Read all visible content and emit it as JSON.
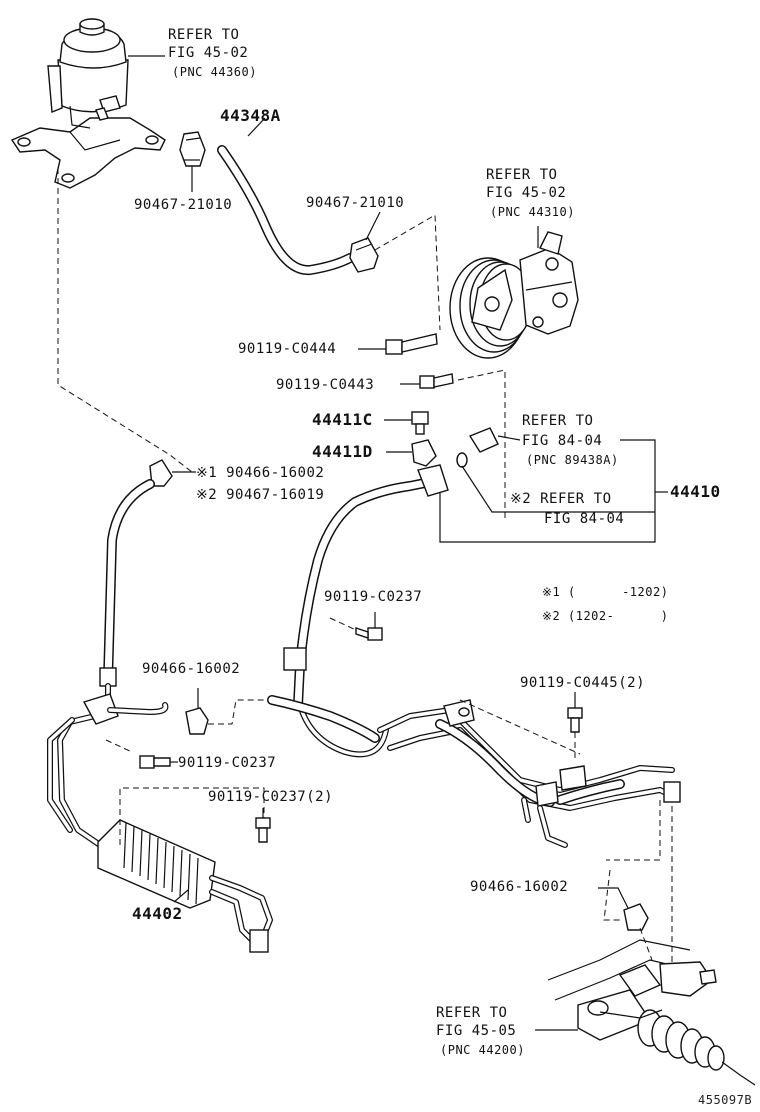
{
  "labels": {
    "refer_reservoir": [
      "REFER TO",
      "FIG 45-02",
      "(PNC 44360)"
    ],
    "hose_44348a": "44348A",
    "clamp_21010_left": "90467-21010",
    "clamp_21010_right": "90467-21010",
    "refer_pump": [
      "REFER TO",
      "FIG 45-02",
      "(PNC 44310)"
    ],
    "bolt_c0444": "90119-C0444",
    "bolt_c0443": "90119-C0443",
    "part_44411c": "44411C",
    "part_44411d": "44411D",
    "refer_sensor": [
      "REFER TO",
      "FIG 84-04",
      "(PNC 89438A)"
    ],
    "part_44410": "44410",
    "refer_o_ring": [
      "※2 REFER TO",
      "FIG 84-04"
    ],
    "clamp_note_1": "※1 90466-16002",
    "clamp_note_2": "※2 90467-16019",
    "bolt_c0237_upper": "90119-C0237",
    "footnote_1": "※1 (      -1202)",
    "footnote_2": "※2 (1202-      )",
    "clamp_16002_mid": "90466-16002",
    "bolt_c0445": "90119-C0445(2)",
    "bolt_c0237_lower": "90119-C0237",
    "bolt_c0237_2": "90119-C0237(2)",
    "part_44402": "44402",
    "clamp_16002_right": "90466-16002",
    "refer_gear": [
      "REFER TO",
      "FIG 45-05",
      "(PNC 44200)"
    ],
    "figure_code": "455097B"
  }
}
